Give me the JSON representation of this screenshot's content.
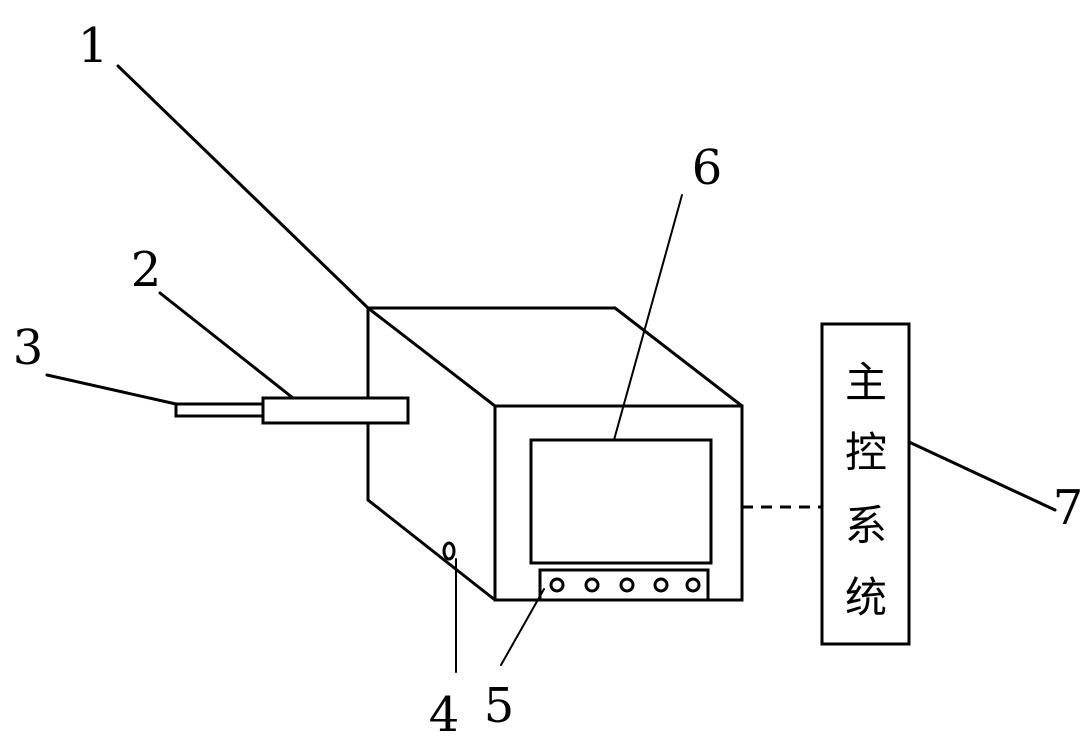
{
  "labels": {
    "n1": "1",
    "n2": "2",
    "n3": "3",
    "n4": "4",
    "n5": "5",
    "n6": "6",
    "n7": "7"
  },
  "controller": {
    "chars": [
      "主",
      "控",
      "系",
      "统"
    ]
  },
  "button_panel": {
    "button_count": 5
  }
}
